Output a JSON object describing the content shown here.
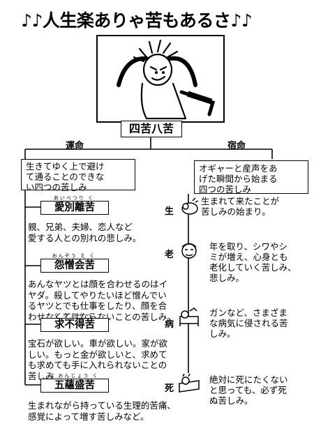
{
  "title": "♪♪人生楽ありゃ苦もあるさ♪♪",
  "center": "四苦八苦",
  "branches": {
    "left": "運命",
    "right": "宿命"
  },
  "left_intro": [
    "生きてゆく上で避け",
    "て通ることのできな",
    "い四つの苦しみ"
  ],
  "right_intro": [
    "オギャーと産声をあ",
    "げた瞬間から始まる",
    "四つの苦しみ"
  ],
  "sufferings": [
    {
      "reading": "あいべつり く",
      "name": "愛別離苦",
      "desc": [
        "親、兄弟、夫婦、恋人など",
        "愛する人との別れの悲しみ。"
      ]
    },
    {
      "reading": "おんぞう え く",
      "name": "怨憎会苦",
      "desc": [
        "あんなヤツとは顔を合わせるのはイ",
        "ヤダ。殺してやりたいほど憎んでい",
        "るヤツとでも仕事をしたり、顔を合",
        "わせなくてはならないことの苦しみ。"
      ]
    },
    {
      "reading": "ぐ ふ とく く",
      "name": "求不得苦",
      "desc": [
        "宝石が欲しい。車が欲しい。家が欲",
        "しい。もっと金が欲しいと、求めて",
        "も求めても手に入れられないことの",
        "苦しみ"
      ]
    },
    {
      "reading": "ご おんじょう く",
      "name": "五蘊盛苦",
      "desc": [
        "生まれながら持っている生理的苦痛、",
        "感覚によって増す苦しみなど。"
      ]
    }
  ],
  "stages": [
    {
      "label": "生",
      "desc": [
        "生まれて来たことが",
        "苦しみの始まり。"
      ]
    },
    {
      "label": "老",
      "desc": [
        "年を取り、シワやシ",
        "ミが増え、心身とも",
        "老化していく苦しみ、",
        "悲しみ。"
      ]
    },
    {
      "label": "病",
      "desc": [
        "ガンなど、さまざま",
        "な病気に侵される苦",
        "しみ。"
      ]
    },
    {
      "label": "死",
      "desc": [
        "絶対に死にたくない",
        "と思っても、必ず死",
        "ぬ苦しみ。"
      ]
    }
  ]
}
